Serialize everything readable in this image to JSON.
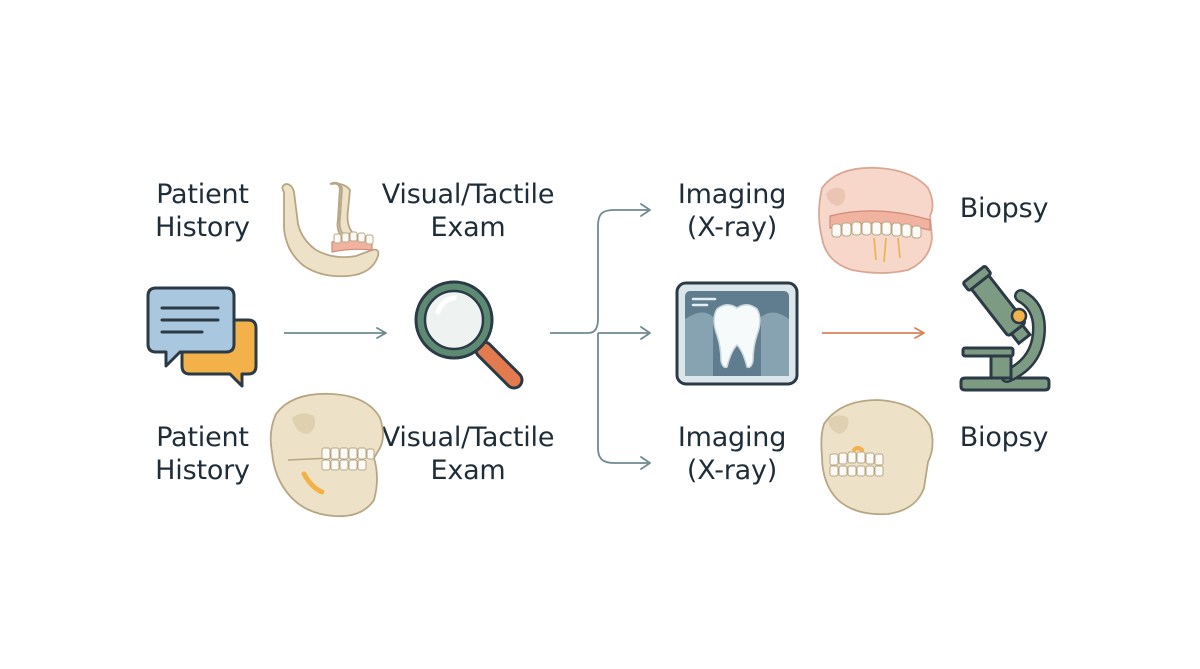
{
  "steps": {
    "history_top": {
      "line1": "Patient",
      "line2": "History"
    },
    "exam_top": {
      "line1": "Visual/Tactile",
      "line2": "Exam"
    },
    "imaging_top": {
      "line1": "Imaging",
      "line2": "(X-ray)"
    },
    "biopsy_top": {
      "line1": "Biopsy"
    },
    "history_bottom": {
      "line1": "Patient",
      "line2": "History"
    },
    "exam_bottom": {
      "line1": "Visual/Tactile",
      "line2": "Exam"
    },
    "imaging_bottom": {
      "line1": "Imaging",
      "line2": "(X-ray)"
    },
    "biopsy_bottom": {
      "line1": "Biopsy"
    }
  },
  "icons": {
    "history": "speech-bubbles-icon",
    "exam": "magnifying-glass-icon",
    "imaging": "tooth-xray-icon",
    "biopsy": "microscope-icon"
  },
  "colors": {
    "arrow_gray": "#6f8a8f",
    "arrow_accent": "#d9825b",
    "bubble_blue": "#a9c7de",
    "bubble_orange": "#f2b249",
    "outline": "#2b3a45",
    "lens_green": "#5c8a73",
    "handle_orange": "#e37b4f",
    "bone": "#ede2c7",
    "gum": "#f1b3a0",
    "microscope_green": "#7d9a83",
    "xray_bg": "#5f7d8e"
  }
}
